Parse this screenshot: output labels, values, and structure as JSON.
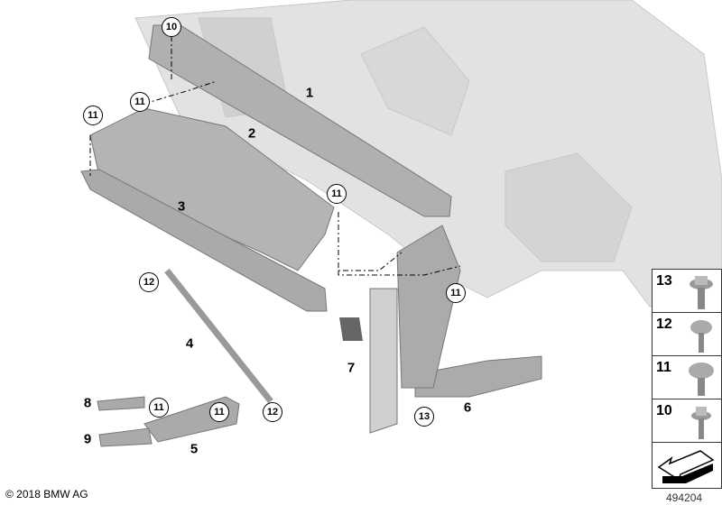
{
  "diagram": {
    "part_labels": [
      "1",
      "2",
      "3",
      "4",
      "5",
      "6",
      "7",
      "8",
      "9"
    ],
    "circled_labels": [
      "10",
      "11",
      "11",
      "11",
      "11",
      "11",
      "11",
      "12",
      "12",
      "13"
    ],
    "legend": [
      {
        "label": "13",
        "icon": "flange-bolt-icon"
      },
      {
        "label": "12",
        "icon": "round-head-screw-icon"
      },
      {
        "label": "11",
        "icon": "pan-head-screw-icon"
      },
      {
        "label": "10",
        "icon": "hex-bolt-icon"
      },
      {
        "label": "",
        "icon": "direction-arrow-icon"
      }
    ],
    "copyright": "© 2018 BMW AG",
    "reference": "494204",
    "colors": {
      "body": "#d8d8d8",
      "part": "#a9a9a9",
      "line": "#000000"
    }
  }
}
